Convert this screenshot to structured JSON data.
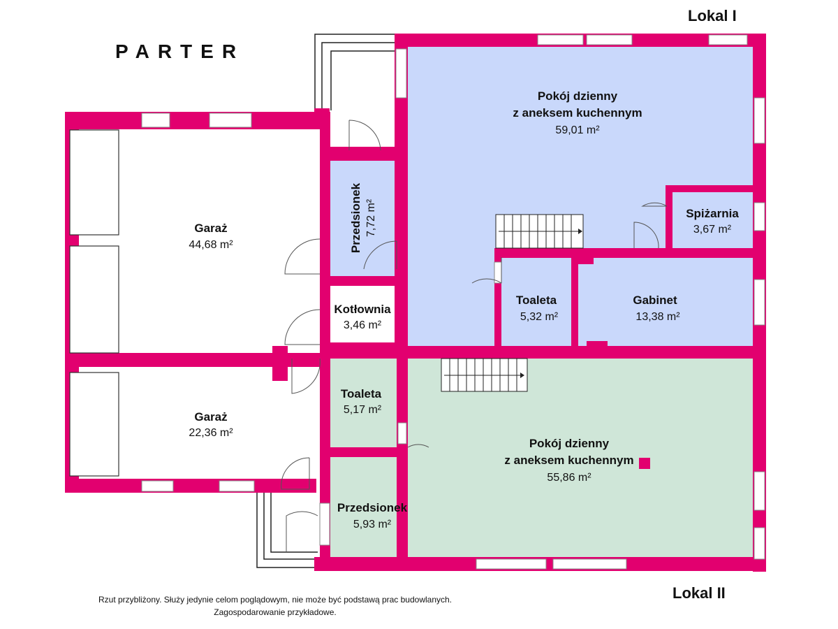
{
  "title": "PARTER",
  "unit_labels": {
    "top": "Lokal  I",
    "bottom": "Lokal  II"
  },
  "colors": {
    "wall": "#e2006f",
    "lokal1": "#c9d8fb",
    "lokal2": "#cfe6d8"
  },
  "rooms": {
    "garage1": {
      "name": "Garaż",
      "area": "44,68 m²"
    },
    "garage2": {
      "name": "Garaż",
      "area": "22,36 m²"
    },
    "vestibule1": {
      "name": "Przedsionek",
      "area": "7,72 m²"
    },
    "boiler": {
      "name": "Kotłownia",
      "area": "3,46 m²"
    },
    "living1": {
      "name1": "Pokój dzienny",
      "name2": "z aneksem kuchennym",
      "area": "59,01 m²"
    },
    "pantry": {
      "name": "Spiżarnia",
      "area": "3,67 m²"
    },
    "toilet1": {
      "name": "Toaleta",
      "area": "5,32 m²"
    },
    "study": {
      "name": "Gabinet",
      "area": "13,38 m²"
    },
    "toilet2": {
      "name": "Toaleta",
      "area": "5,17 m²"
    },
    "vestibule2": {
      "name": "Przedsionek",
      "area": "5,93 m²"
    },
    "living2": {
      "name1": "Pokój dzienny",
      "name2": "z aneksem kuchennym",
      "area": "55,86 m²"
    }
  },
  "note": {
    "line1": "Rzut przybliżony. Służy jedynie celom poglądowym, nie może być podstawą prac budowlanych.",
    "line2": "Zagospodarowanie przykładowe."
  }
}
